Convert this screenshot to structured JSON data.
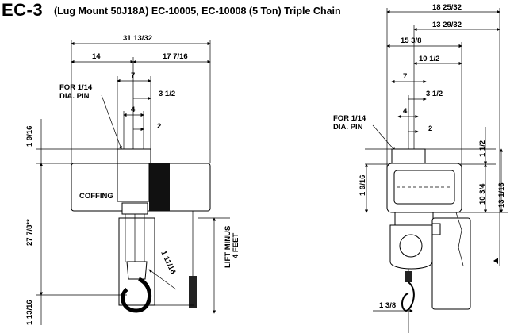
{
  "title": {
    "model": "EC-3",
    "description": "(Lug Mount 50J18A) EC-10005, EC-10008 (5 Ton) Triple Chain"
  },
  "left_view": {
    "dim_overall_width": "31 13/32",
    "dim_left": "14",
    "dim_right": "17 7/16",
    "dim_7": "7",
    "dim_3_1_2": "3 1/2",
    "dim_4": "4",
    "dim_2": "2",
    "pin_note_line1": "FOR 1/14",
    "pin_note_line2": "DIA. PIN",
    "dim_1_9_16": "1 9/16",
    "dim_27_7_8": "27 7/8**",
    "dim_1_13_16": "1 13/16",
    "dim_1_11_16": "1 11/16",
    "lift_line1": "LIFT MINUS",
    "lift_line2": "4 FEET",
    "brand": "COFFING"
  },
  "right_view": {
    "dim_18_25_32": "18 25/32",
    "dim_13_29_32": "13 29/32",
    "dim_15_3_8": "15 3/8",
    "dim_10_1_2": "10 1/2",
    "dim_7": "7",
    "dim_3_1_2": "3 1/2",
    "dim_4": "4",
    "dim_2": "2",
    "pin_note_line1": "FOR 1/14",
    "pin_note_line2": "DIA. PIN",
    "dim_1_1_2": "1 1/2",
    "dim_1_9_16": "1 9/16",
    "dim_10_3_4": "10 3/4",
    "dim_13_1_16": "13 1/16",
    "dim_1_3_8": "1 3/8"
  }
}
